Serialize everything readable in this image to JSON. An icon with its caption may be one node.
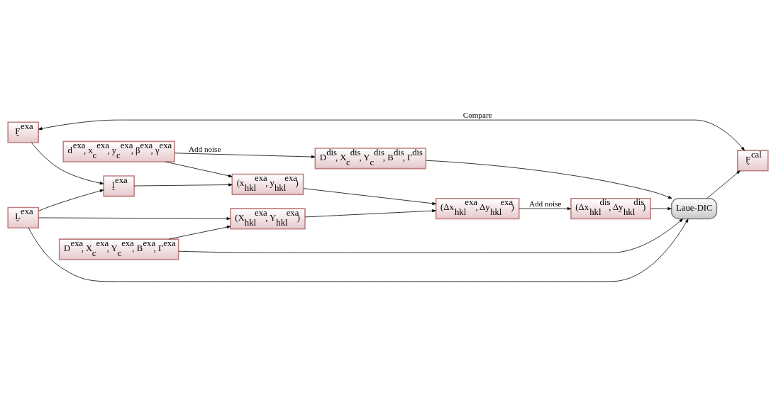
{
  "diagram": {
    "nodes": [
      {
        "text": [
          "F̰$^{exa}$"
        ]
      },
      {
        "text": [
          "l̰$^{exa}$"
        ]
      },
      {
        "text": [
          "L̰$^{exa}$"
        ]
      },
      {
        "text": [
          "(x$_{hkl}$$^{exa}$, y$_{hkl}$$^{exa}$)"
        ]
      },
      {
        "text": [
          "F̰$^{cal}$"
        ]
      },
      {
        "text": [
          "D$^{exa}$, X$_{c}$$^{exa}$, Y$_{c}$$^{exa}$, B$^{exa}$, Γ$^{exa}$"
        ]
      },
      {
        "text": [
          "(Δx$_{hkl}$$^{exa}$, Δy$_{hkl}$$^{exa}$)"
        ]
      },
      {
        "text": [
          "(X$_{hkl}$$^{exa}$, Y$_{hkl}$$^{exa}$)"
        ]
      },
      {
        "text": [
          "d$^{exa}$, x$_{c}$$^{exa}$, y$_{c}$$^{exa}$, β$^{exa}$, γ$^{exa}$"
        ]
      },
      {
        "text": [
          "Laue-DIC"
        ]
      },
      {
        "text": [
          "D$^{dis}$, X$_{c}$$^{dis}$, Y$_{c}$$^{dis}$, B$^{dis}$, Γ$^{dis}$"
        ]
      },
      {
        "text": [
          "(Δx$_{hkl}$$^{dis}$, Δy$_{hkl}$$^{dis}$)"
        ]
      }
    ],
    "edges": [
      {
        "from": 4,
        "to": 0,
        "arrow": "both",
        "label": "Compare"
      },
      {
        "from": 0,
        "to": 1,
        "arrow": "to"
      },
      {
        "from": 2,
        "to": 1,
        "arrow": "to"
      },
      {
        "from": 2,
        "to": 7,
        "arrow": "to"
      },
      {
        "from": 5,
        "to": 7,
        "arrow": "to"
      },
      {
        "from": 1,
        "to": 3,
        "arrow": "to"
      },
      {
        "from": 8,
        "to": 3,
        "arrow": "to"
      },
      {
        "from": 3,
        "to": 6,
        "arrow": "to"
      },
      {
        "from": 7,
        "to": 6,
        "arrow": "to"
      },
      {
        "from": 6,
        "to": 11,
        "arrow": "to",
        "label": "Add noise"
      },
      {
        "from": 8,
        "to": 10,
        "arrow": "to",
        "label": "Add noise"
      },
      {
        "from": 2,
        "to": 9,
        "arrow": "to"
      },
      {
        "from": 5,
        "to": 9,
        "arrow": "to"
      },
      {
        "from": 10,
        "to": 9,
        "arrow": "to"
      },
      {
        "from": 11,
        "to": 9,
        "arrow": "to"
      },
      {
        "from": 9,
        "to": 4,
        "arrow": "to"
      }
    ]
  }
}
